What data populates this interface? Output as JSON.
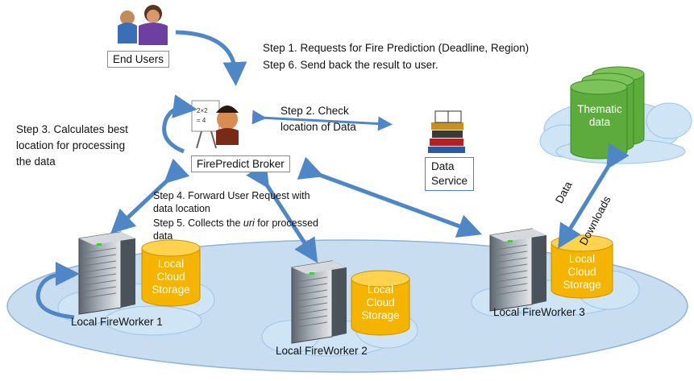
{
  "step1": "Step 1. Requests for Fire Prediction (Deadline, Region)",
  "step6": "Step 6. Send back the result to user.",
  "step2_line1": "Step 2. Check",
  "step2_line2": "location of Data",
  "step3_line1": "Step 3. Calculates best",
  "step3_line2": "location for processing",
  "step3_line3": "the data",
  "step4_line1": "Step 4. Forward User Request with",
  "step4_line2": "data location",
  "step5_prefix": "Step 5. Collects the ",
  "step5_uri": "uri",
  "step5_suffix": " for processed",
  "step5_line2": "data",
  "end_users": "End Users",
  "broker": "FirePredict Broker",
  "data_service_line1": "Data",
  "data_service_line2": "Service",
  "thematic_line1": "Thematic",
  "thematic_line2": "data",
  "data_downloads_1": "Data",
  "data_downloads_2": "Downloads",
  "storage_line1": "Local",
  "storage_line2": "Cloud",
  "storage_line3": "Storage",
  "worker1": "Local FireWorker 1",
  "worker2": "Local FireWorker 2",
  "worker3": "Local FireWorker 3",
  "colors": {
    "arrow": "#4f86c6",
    "cloud": "#cfe4f5",
    "cloud_edge": "#9ec6e6",
    "ellipse": "#c9ddf0",
    "storage": "#f4b400",
    "thematic": "#5cab3c"
  }
}
